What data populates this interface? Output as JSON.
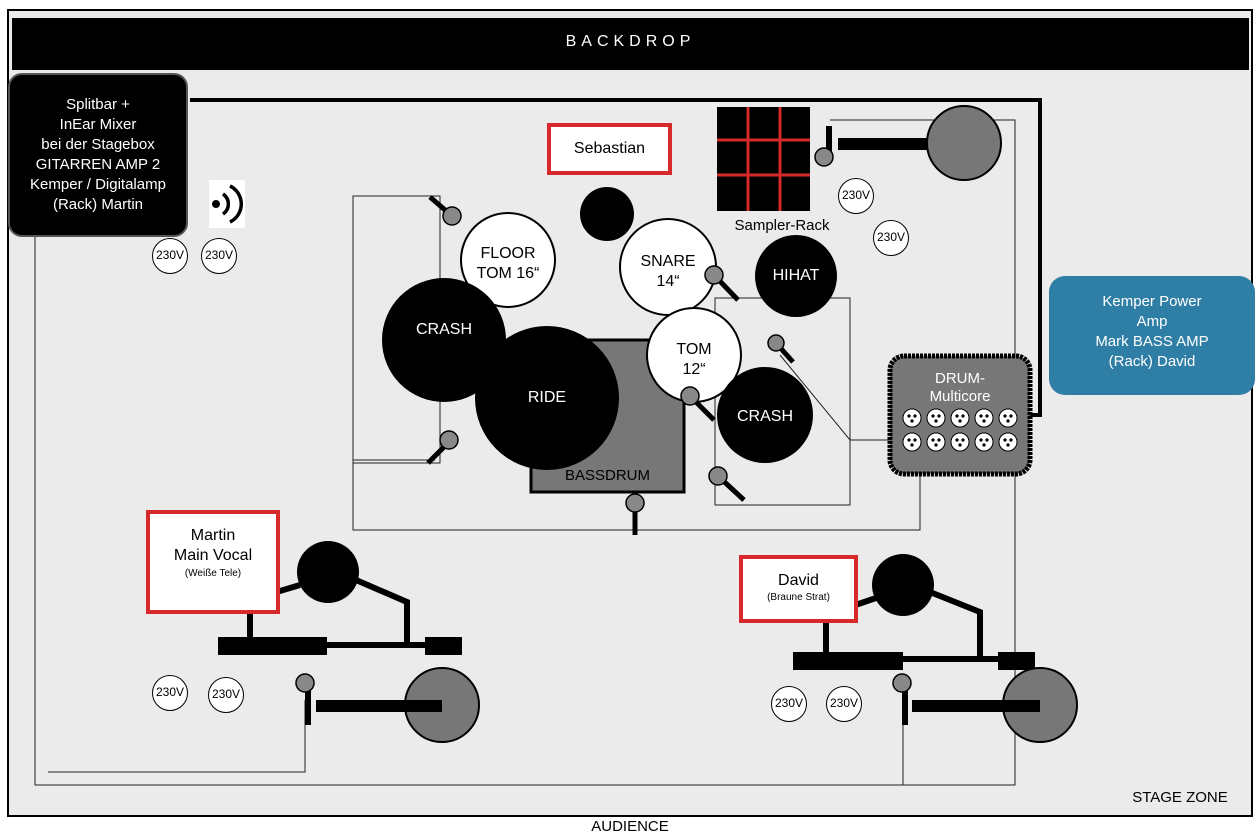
{
  "backdrop": {
    "label": "BACKDROP"
  },
  "footer": {
    "stage_zone": "STAGE ZONE",
    "audience": "AUDIENCE"
  },
  "splitbar_box": {
    "lines": [
      "Splitbar +",
      "InEar Mixer",
      "bei der Stagebox",
      "GITARREN AMP 2",
      "Kemper / Digitalamp",
      "(Rack) Martin"
    ]
  },
  "bass_box": {
    "lines": [
      "Kemper Power",
      "Amp",
      "Mark BASS AMP",
      "(Rack) David"
    ]
  },
  "musicians": {
    "sebastian": {
      "name": "Sebastian"
    },
    "martin": {
      "name": "Martin",
      "role": "Main Vocal",
      "note": "(Weiße Tele)"
    },
    "david": {
      "name": "David",
      "note": "(Braune Strat)"
    }
  },
  "drums": {
    "floor_tom": [
      "FLOOR",
      "TOM 16“"
    ],
    "snare": [
      "SNARE",
      "14“"
    ],
    "hihat": "HIHAT",
    "crash_left": "CRASH",
    "crash_right": "CRASH",
    "ride": "RIDE",
    "tom": [
      "TOM",
      "12“"
    ],
    "bassdrum": "BASSDRUM"
  },
  "sampler": {
    "label": "Sampler-Rack"
  },
  "multicore": {
    "lines": [
      "DRUM-",
      "Multicore"
    ]
  },
  "power_outlet_label": "230V",
  "colors": {
    "stage_bg": "#ebebeb",
    "accent_red": "#d62a2a",
    "bass_box_blue": "#2f7ea5",
    "amp_gray": "#777777",
    "dark": "#000000"
  }
}
